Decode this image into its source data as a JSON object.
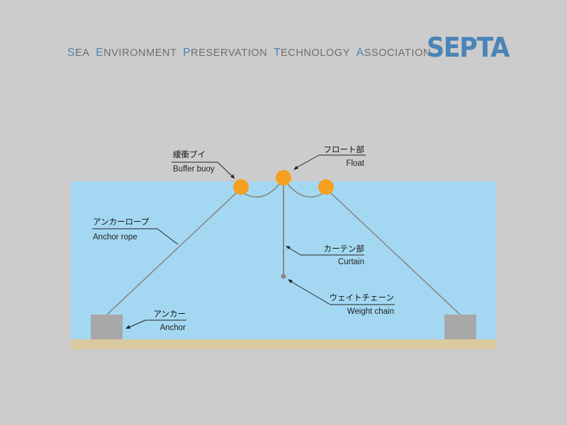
{
  "header": {
    "organization_words": [
      {
        "initial": "S",
        "rest": "EA"
      },
      {
        "initial": "E",
        "rest": "NVIRONMENT"
      },
      {
        "initial": "P",
        "rest": "RESERVATION"
      },
      {
        "initial": "T",
        "rest": "ECHNOLOGY"
      },
      {
        "initial": "A",
        "rest": "SSOCIATION"
      }
    ],
    "logo_text": "SEPTA"
  },
  "colors": {
    "background": "#cccccc",
    "water": "#a4d8f2",
    "seabed": "#d9ca9f",
    "float": "#f5a020",
    "anchor": "#a8a8a8",
    "rope": "#888888",
    "accent_blue": "#4a84b8"
  },
  "labels": {
    "buffer_buoy": {
      "jp": "緩衝ブイ",
      "en": "Buffer buoy"
    },
    "float": {
      "jp": "フロート部",
      "en": "Float"
    },
    "anchor_rope": {
      "jp": "アンカーロープ",
      "en": "Anchor rope"
    },
    "curtain": {
      "jp": "カーテン部",
      "en": "Curtain"
    },
    "weight_chain": {
      "jp": "ウェイトチェーン",
      "en": "Weight chain"
    },
    "anchor": {
      "jp": "アンカー",
      "en": "Anchor"
    }
  }
}
